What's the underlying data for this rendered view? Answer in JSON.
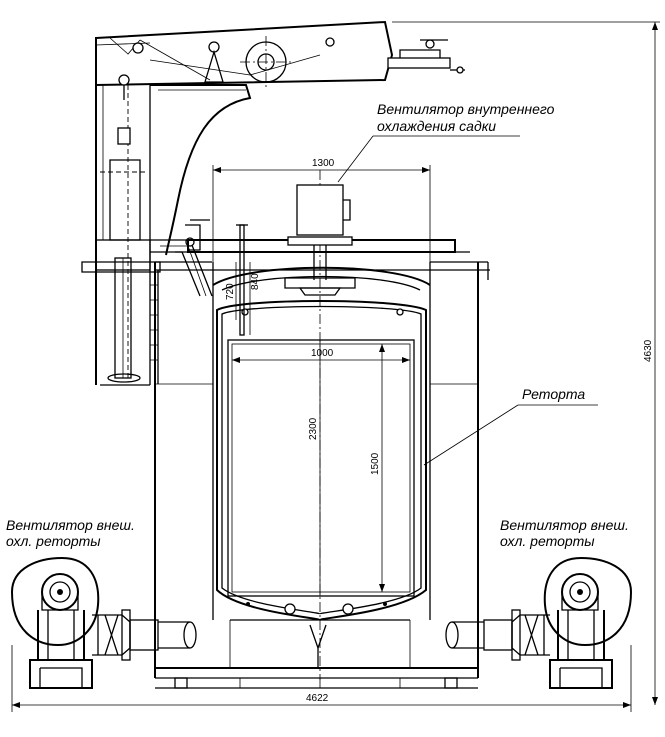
{
  "labels": {
    "inner_fan_line1": "Вентилятор внутреннего",
    "inner_fan_line2": "охлаждения садки",
    "retort": "Реторта",
    "outer_fan_left_line1": "Вентилятор внеш.",
    "outer_fan_left_line2": "охл. реторты",
    "outer_fan_right_line1": "Вентилятор внеш.",
    "outer_fan_right_line2": "охл. реторты"
  },
  "dimensions": {
    "top_width": "1300",
    "inner_width": "1000",
    "inner_height": "2300",
    "basket_height": "1500",
    "lid_a": "720",
    "lid_b": "840",
    "total_height": "4630",
    "total_width": "4622"
  }
}
